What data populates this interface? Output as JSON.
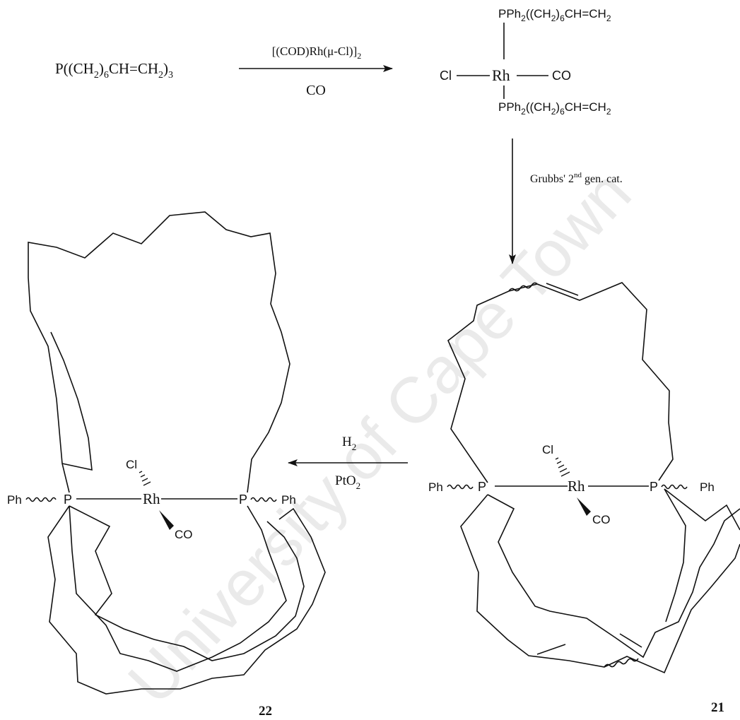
{
  "watermark": "University of Cape Town",
  "reactant": {
    "text_main": "P((CH",
    "sub1": "2",
    "text_mid": ")",
    "sub2": "6",
    "text_mid2": "CH=CH",
    "sub3": "2",
    "text_end": ")",
    "sub4": "3"
  },
  "step1": {
    "reagent_top": "[(COD)Rh(μ-Cl)]",
    "reagent_top_sub": "2",
    "reagent_bottom": "CO"
  },
  "complex_intermediate": {
    "top_ligand": "PPh",
    "top_ligand_sub": "2",
    "top_ligand_rest": "((CH",
    "top_ligand_sub2": "2",
    "top_ligand_rest2": ")",
    "top_ligand_sub3": "6",
    "top_ligand_rest3": "CH=CH",
    "top_ligand_sub4": "2",
    "metal": "Rh",
    "left_ligand": "Cl",
    "right_ligand": "CO",
    "bottom_ligand": "PPh",
    "bottom_ligand_sub": "2",
    "bottom_ligand_rest": "((CH",
    "bottom_ligand_sub2": "2",
    "bottom_ligand_rest2": ")",
    "bottom_ligand_sub3": "6",
    "bottom_ligand_rest3": "CH=CH",
    "bottom_ligand_sub4": "2"
  },
  "step2": {
    "reagent": "Grubbs' 2",
    "reagent_sup": "nd",
    "reagent_end": " gen. cat."
  },
  "step3": {
    "reagent_top": "H",
    "reagent_top_sub": "2",
    "reagent_bottom": "PtO",
    "reagent_bottom_sub": "2"
  },
  "compound_21": {
    "label": "21",
    "metal": "Rh",
    "cl": "Cl",
    "co": "CO",
    "p_left": "P",
    "p_right": "P",
    "ph_left": "Ph",
    "ph_right": "Ph"
  },
  "compound_22": {
    "label": "22",
    "metal": "Rh",
    "cl": "Cl",
    "co": "CO",
    "p_left": "P",
    "p_right": "P",
    "ph_left": "Ph",
    "ph_right": "Ph"
  }
}
